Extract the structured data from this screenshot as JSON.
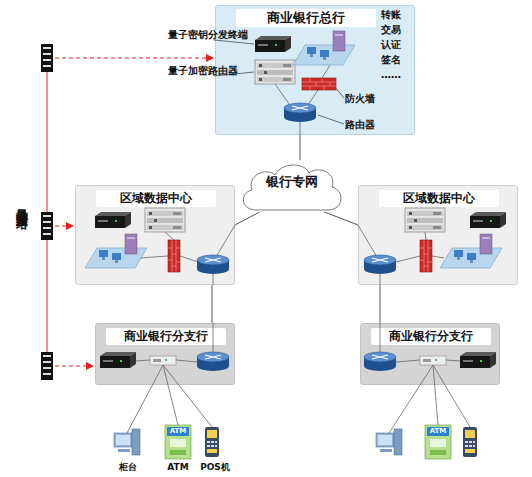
{
  "diagram": {
    "nodes": [
      {
        "text": [
          "商业银行总行"
        ]
      },
      {
        "text": [
          "银行专网"
        ]
      },
      {
        "text": [
          "区域数据中心"
        ]
      },
      {
        "text": [
          "区域数据中心"
        ]
      },
      {
        "text": [
          "商业银行分支行"
        ]
      },
      {
        "text": [
          "商业银行分支行"
        ]
      }
    ],
    "edges": [
      {
        "from": 0,
        "to": 1,
        "arrow": "none"
      },
      {
        "from": 1,
        "to": 2,
        "arrow": "none"
      },
      {
        "from": 1,
        "to": 3,
        "arrow": "none"
      },
      {
        "from": 2,
        "to": 4,
        "arrow": "none"
      },
      {
        "from": 3,
        "to": 5,
        "arrow": "none"
      }
    ],
    "labels": [
      "量子密钥分发终端",
      "量子加密路由器",
      "转账 交易 认证 签名 ……",
      "防火墙",
      "路由器",
      "量子密钥分发网络",
      "ATM",
      "ATM",
      "柜台",
      "ATM",
      "POS机"
    ]
  }
}
